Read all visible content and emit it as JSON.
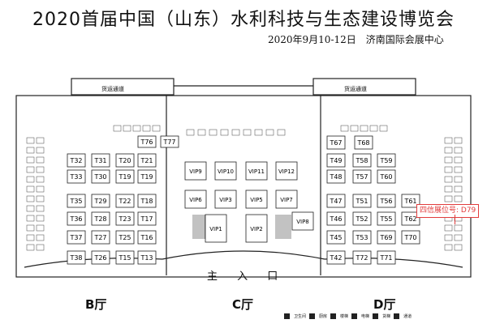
{
  "title": "2020首届中国（山东）水利科技与生态建设博览会",
  "subtitle": "2020年9月10-12日　济南国际会展中心",
  "freight_channel": "货运通道",
  "main_entrance": "主 入 口",
  "halls": [
    "B厅",
    "C厅",
    "D厅"
  ],
  "highlight": {
    "label": "四信展位号: D79"
  },
  "booths": {
    "B": [
      [
        "T32",
        "T31",
        "T20",
        "T21"
      ],
      [
        "T33",
        "T30",
        "T19",
        "T19"
      ],
      [
        "T35",
        "T29",
        "T22",
        "T18"
      ],
      [
        "T36",
        "T28",
        "T23",
        "T17"
      ],
      [
        "T37",
        "T27",
        "T25",
        "T16"
      ],
      [
        "T38",
        "T26",
        "T15",
        "T13"
      ]
    ],
    "B_top": [
      "T76",
      "T77"
    ],
    "C_vip": [
      "VIP9",
      "VIP10",
      "VIP11",
      "VIP12",
      "VIP6",
      "VIP3",
      "VIP5",
      "VIP7",
      "VIP1",
      "VIP2",
      "VIP8"
    ],
    "D": [
      [
        "T67",
        "T68"
      ],
      [
        "T49",
        "T58",
        "T59"
      ],
      [
        "T48",
        "T57",
        "T60"
      ],
      [
        "T47",
        "T51",
        "T56",
        "T61"
      ],
      [
        "T46",
        "T52",
        "T55",
        "T62"
      ],
      [
        "T45",
        "T53",
        "T69",
        "T70"
      ],
      [
        "T42",
        "T72",
        "T71"
      ]
    ]
  },
  "legend": [
    "卫生间",
    "厨房",
    "楼梯",
    "电梯",
    "货梯",
    "通道"
  ]
}
